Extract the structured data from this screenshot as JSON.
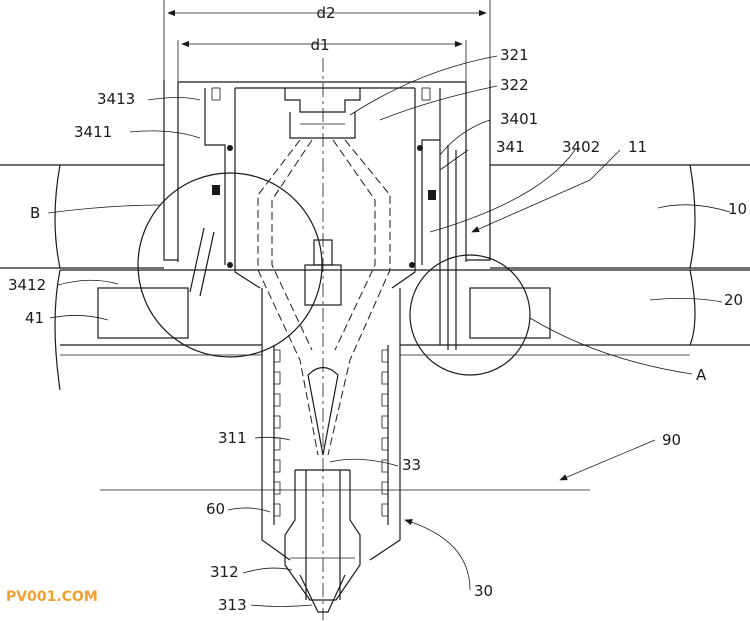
{
  "dimensions": {
    "d2": "d2",
    "d1": "d1"
  },
  "labels": {
    "l321": "321",
    "l322": "322",
    "l3413": "3413",
    "l3411": "3411",
    "l3401": "3401",
    "l3402": "3402",
    "l341": "341",
    "l11": "11",
    "lB": "B",
    "l10": "10",
    "l3412": "3412",
    "l20": "20",
    "l41": "41",
    "lA": "A",
    "l311": "311",
    "l33": "33",
    "l90": "90",
    "l60": "60",
    "l312": "312",
    "l313": "313",
    "l30": "30"
  },
  "watermark": {
    "text": "PV001.COM",
    "color": "#f0a030"
  }
}
